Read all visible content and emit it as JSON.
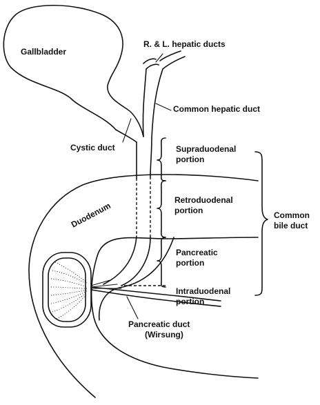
{
  "labels": {
    "gallbladder": "Gallbladder",
    "hepatic_ducts": "R. & L. hepatic ducts",
    "common_hepatic_duct": "Common hepatic duct",
    "cystic_duct": "Cystic duct",
    "supraduodenal_1": "Supraduodenal",
    "supraduodenal_2": "portion",
    "duodenum": "Duodenum",
    "retroduodenal_1": "Retroduodenal",
    "retroduodenal_2": "portion",
    "common_bile_duct_1": "Common",
    "common_bile_duct_2": "bile duct",
    "pancreatic_1": "Pancreatic",
    "pancreatic_2": "portion",
    "intraduodenal_1": "Intraduodenal",
    "intraduodenal_2": "portion",
    "pancreatic_duct_1": "Pancreatic duct",
    "pancreatic_duct_2": "(Wirsung)"
  }
}
